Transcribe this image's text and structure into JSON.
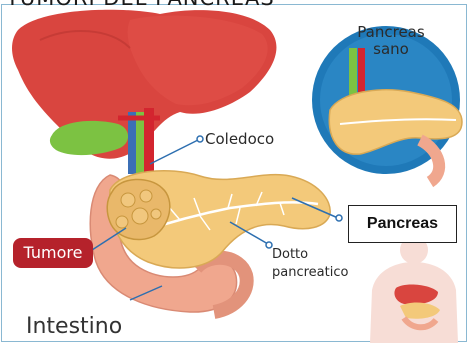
{
  "title": "TUMORI DEL PANCREAS",
  "labels": {
    "coledoco": "Coledoco",
    "tumore": "Tumore",
    "dotto_line1": "Dotto",
    "dotto_line2": "pancreatico",
    "intestino": "Intestino",
    "pancreas_sano_line1": "Pancreas",
    "pancreas_sano_line2": "sano",
    "pancreas": "Pancreas"
  },
  "colors": {
    "liver": "#d9453f",
    "gallbladder": "#7cc242",
    "pancreas": "#f3c97a",
    "tumor": "#e9b86a",
    "intestine": "#f0a78e",
    "vessel_red": "#d3252f",
    "vessel_blue": "#3b6fb6",
    "circle_blue": "#1f79b8",
    "label_red": "#b5222b",
    "leader_line": "#2d6fb0"
  }
}
